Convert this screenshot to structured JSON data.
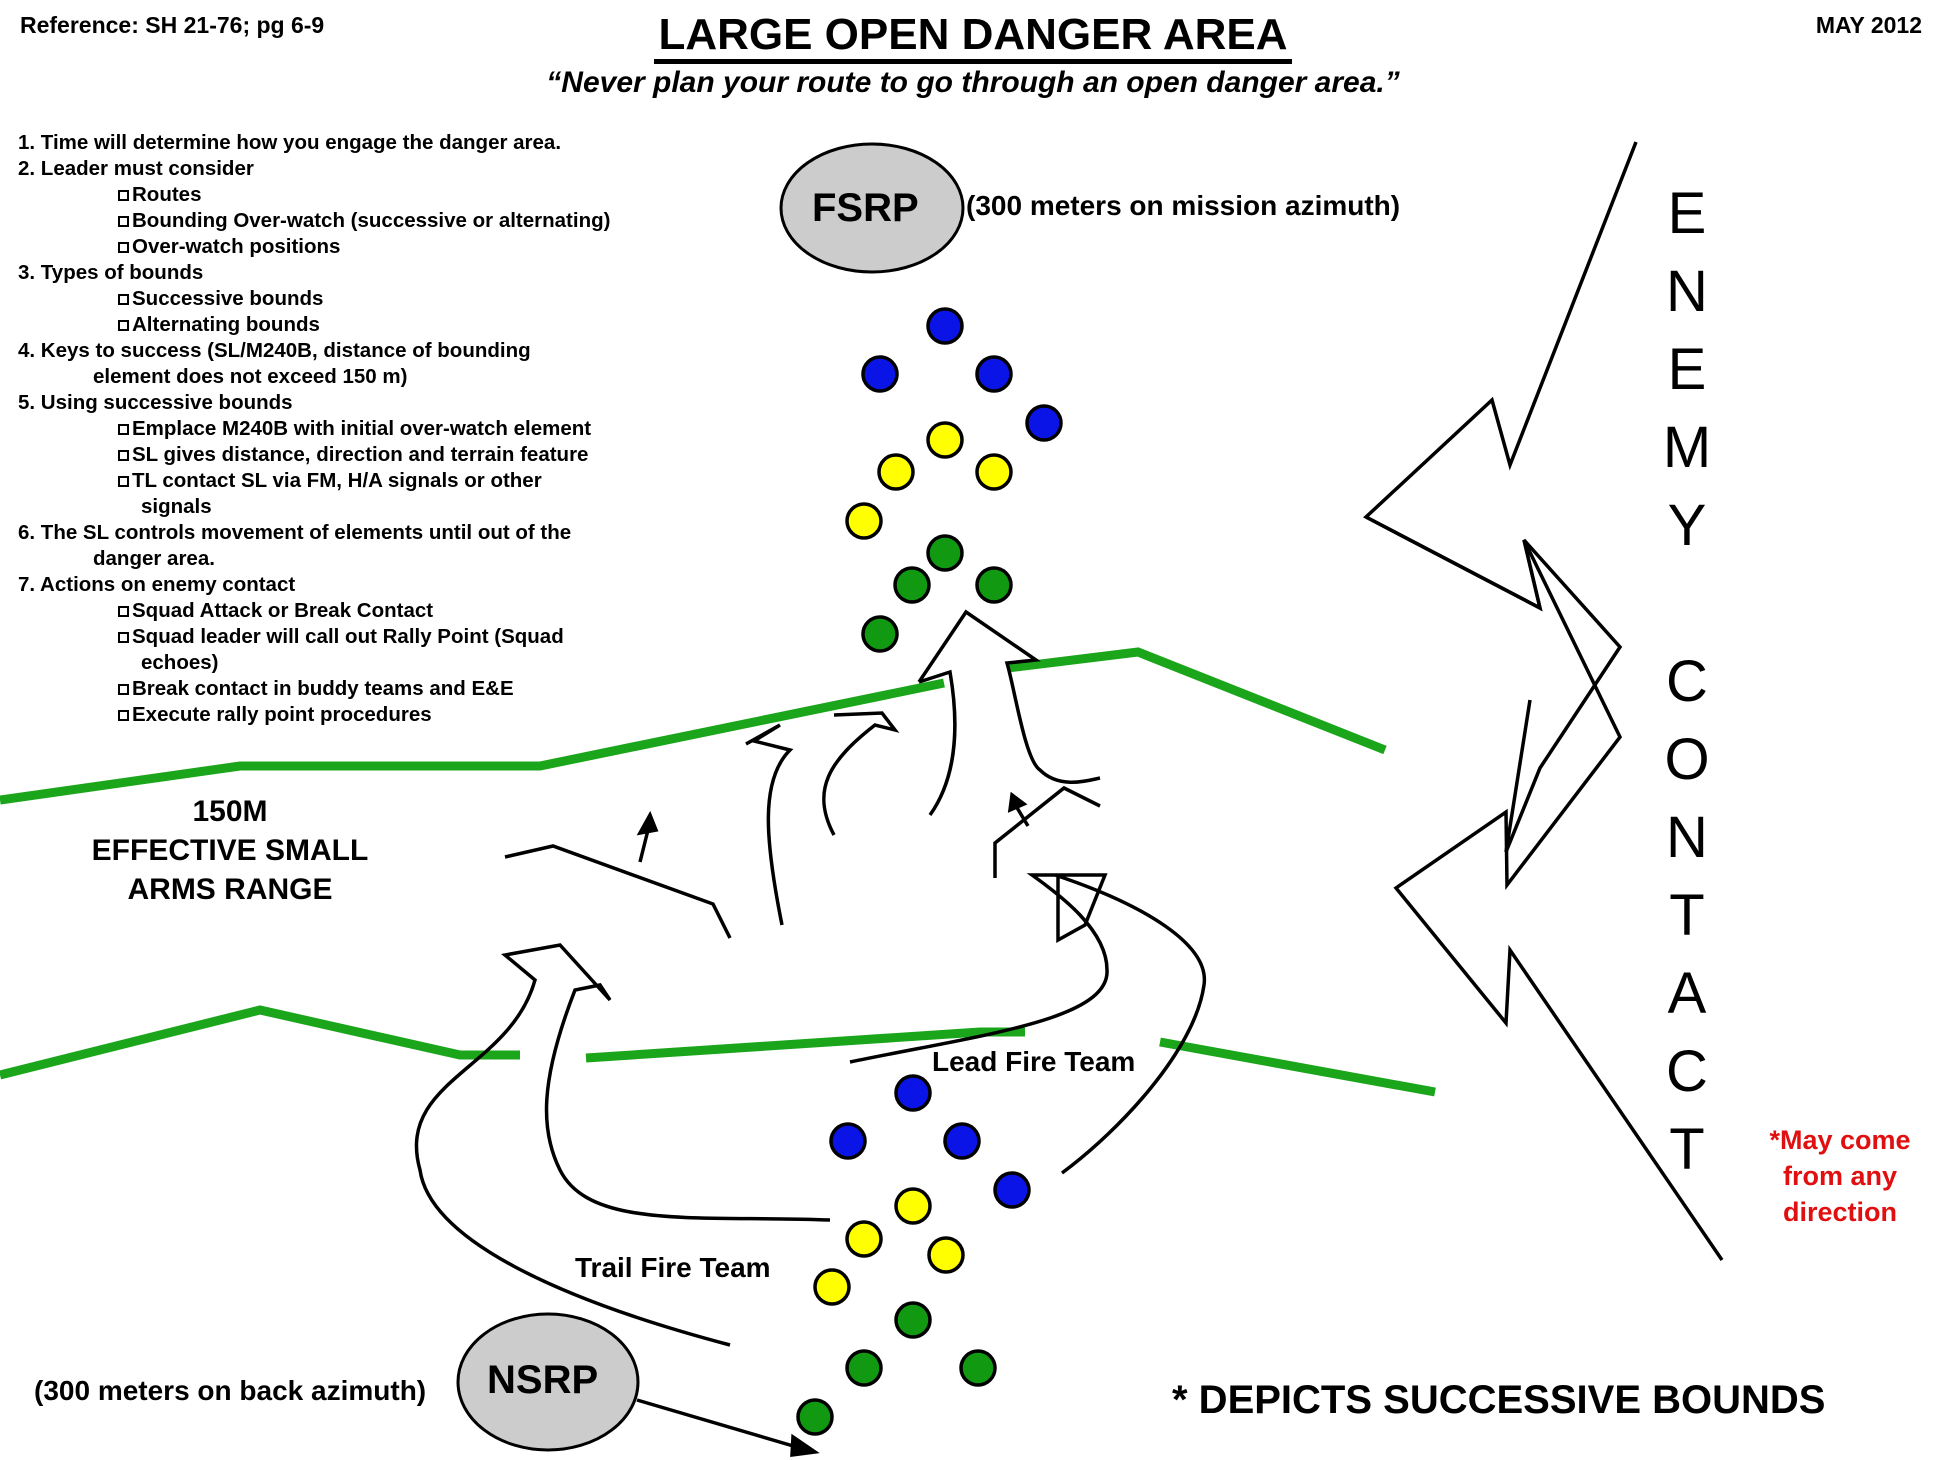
{
  "header": {
    "reference": "Reference: SH 21-76; pg 6-9",
    "date": "MAY 2012",
    "title": "LARGE OPEN DANGER AREA",
    "subtitle": "“Never plan your route to go through an open danger area.”"
  },
  "notes": [
    {
      "level": 0,
      "text": "1.  Time will determine how you engage the danger area."
    },
    {
      "level": 0,
      "text": "2. Leader must consider"
    },
    {
      "level": 1,
      "checkbox": true,
      "text": "Routes"
    },
    {
      "level": 1,
      "checkbox": true,
      "text": "Bounding Over-watch (successive or alternating)"
    },
    {
      "level": 1,
      "checkbox": true,
      "text": "Over-watch positions"
    },
    {
      "level": 0,
      "text": "3. Types of bounds"
    },
    {
      "level": 1,
      "checkbox": true,
      "text": "Successive bounds"
    },
    {
      "level": 1,
      "checkbox": true,
      "text": "Alternating bounds"
    },
    {
      "level": 0,
      "text": "4. Keys to success (SL/M240B, distance of bounding"
    },
    {
      "level": "cont0",
      "text": "element does not exceed 150 m)"
    },
    {
      "level": 0,
      "text": "5. Using successive bounds"
    },
    {
      "level": 1,
      "checkbox": true,
      "text": "Emplace M240B with initial over-watch element"
    },
    {
      "level": 1,
      "checkbox": true,
      "text": "SL gives distance, direction and terrain feature"
    },
    {
      "level": 1,
      "checkbox": true,
      "text": "TL contact SL via FM, H/A signals or other"
    },
    {
      "level": "cont1",
      "text": "signals"
    },
    {
      "level": 0,
      "text": "6. The SL controls movement of elements until out of the"
    },
    {
      "level": "cont0",
      "text": "danger area."
    },
    {
      "level": 0,
      "text": "7. Actions on enemy contact"
    },
    {
      "level": 1,
      "checkbox": true,
      "text": "Squad Attack or Break Contact"
    },
    {
      "level": 1,
      "checkbox": true,
      "text": "Squad leader will call out Rally Point (Squad"
    },
    {
      "level": "cont1",
      "text": "echoes)"
    },
    {
      "level": 1,
      "checkbox": true,
      "text": "Break contact in buddy teams and E&E"
    },
    {
      "level": 1,
      "checkbox": true,
      "text": "Execute rally point procedures"
    }
  ],
  "range_label": [
    "150M",
    "EFFECTIVE SMALL",
    "ARMS RANGE"
  ],
  "rally_points": {
    "far": {
      "label": "FSRP",
      "note": "(300 meters on mission azimuth)"
    },
    "near": {
      "label": "NSRP",
      "note": "(300 meters on back azimuth)"
    }
  },
  "teams": {
    "lead": "Lead Fire Team",
    "trail": "Trail Fire Team"
  },
  "enemy_contact": [
    "E",
    "N",
    "E",
    "M",
    "Y",
    "",
    "C",
    "O",
    "N",
    "T",
    "A",
    "C",
    "T"
  ],
  "warning": [
    "*May come",
    "from any",
    "direction"
  ],
  "footer": "* DEPICTS SUCCESSIVE BOUNDS",
  "colors": {
    "phase_line": "#1aa51a",
    "blue_team": "#0a14e6",
    "yellow_team": "#ffff00",
    "green_team": "#119a11",
    "rally_fill": "#cccccc",
    "warning_text": "#e01010"
  },
  "squad_formations": {
    "far_side": [
      {
        "team": "blue",
        "count": 4
      },
      {
        "team": "yellow",
        "count": 4
      },
      {
        "team": "green",
        "count": 4
      }
    ],
    "near_side": [
      {
        "team": "blue",
        "count": 4
      },
      {
        "team": "yellow",
        "count": 4
      },
      {
        "team": "green",
        "count": 4
      }
    ]
  }
}
